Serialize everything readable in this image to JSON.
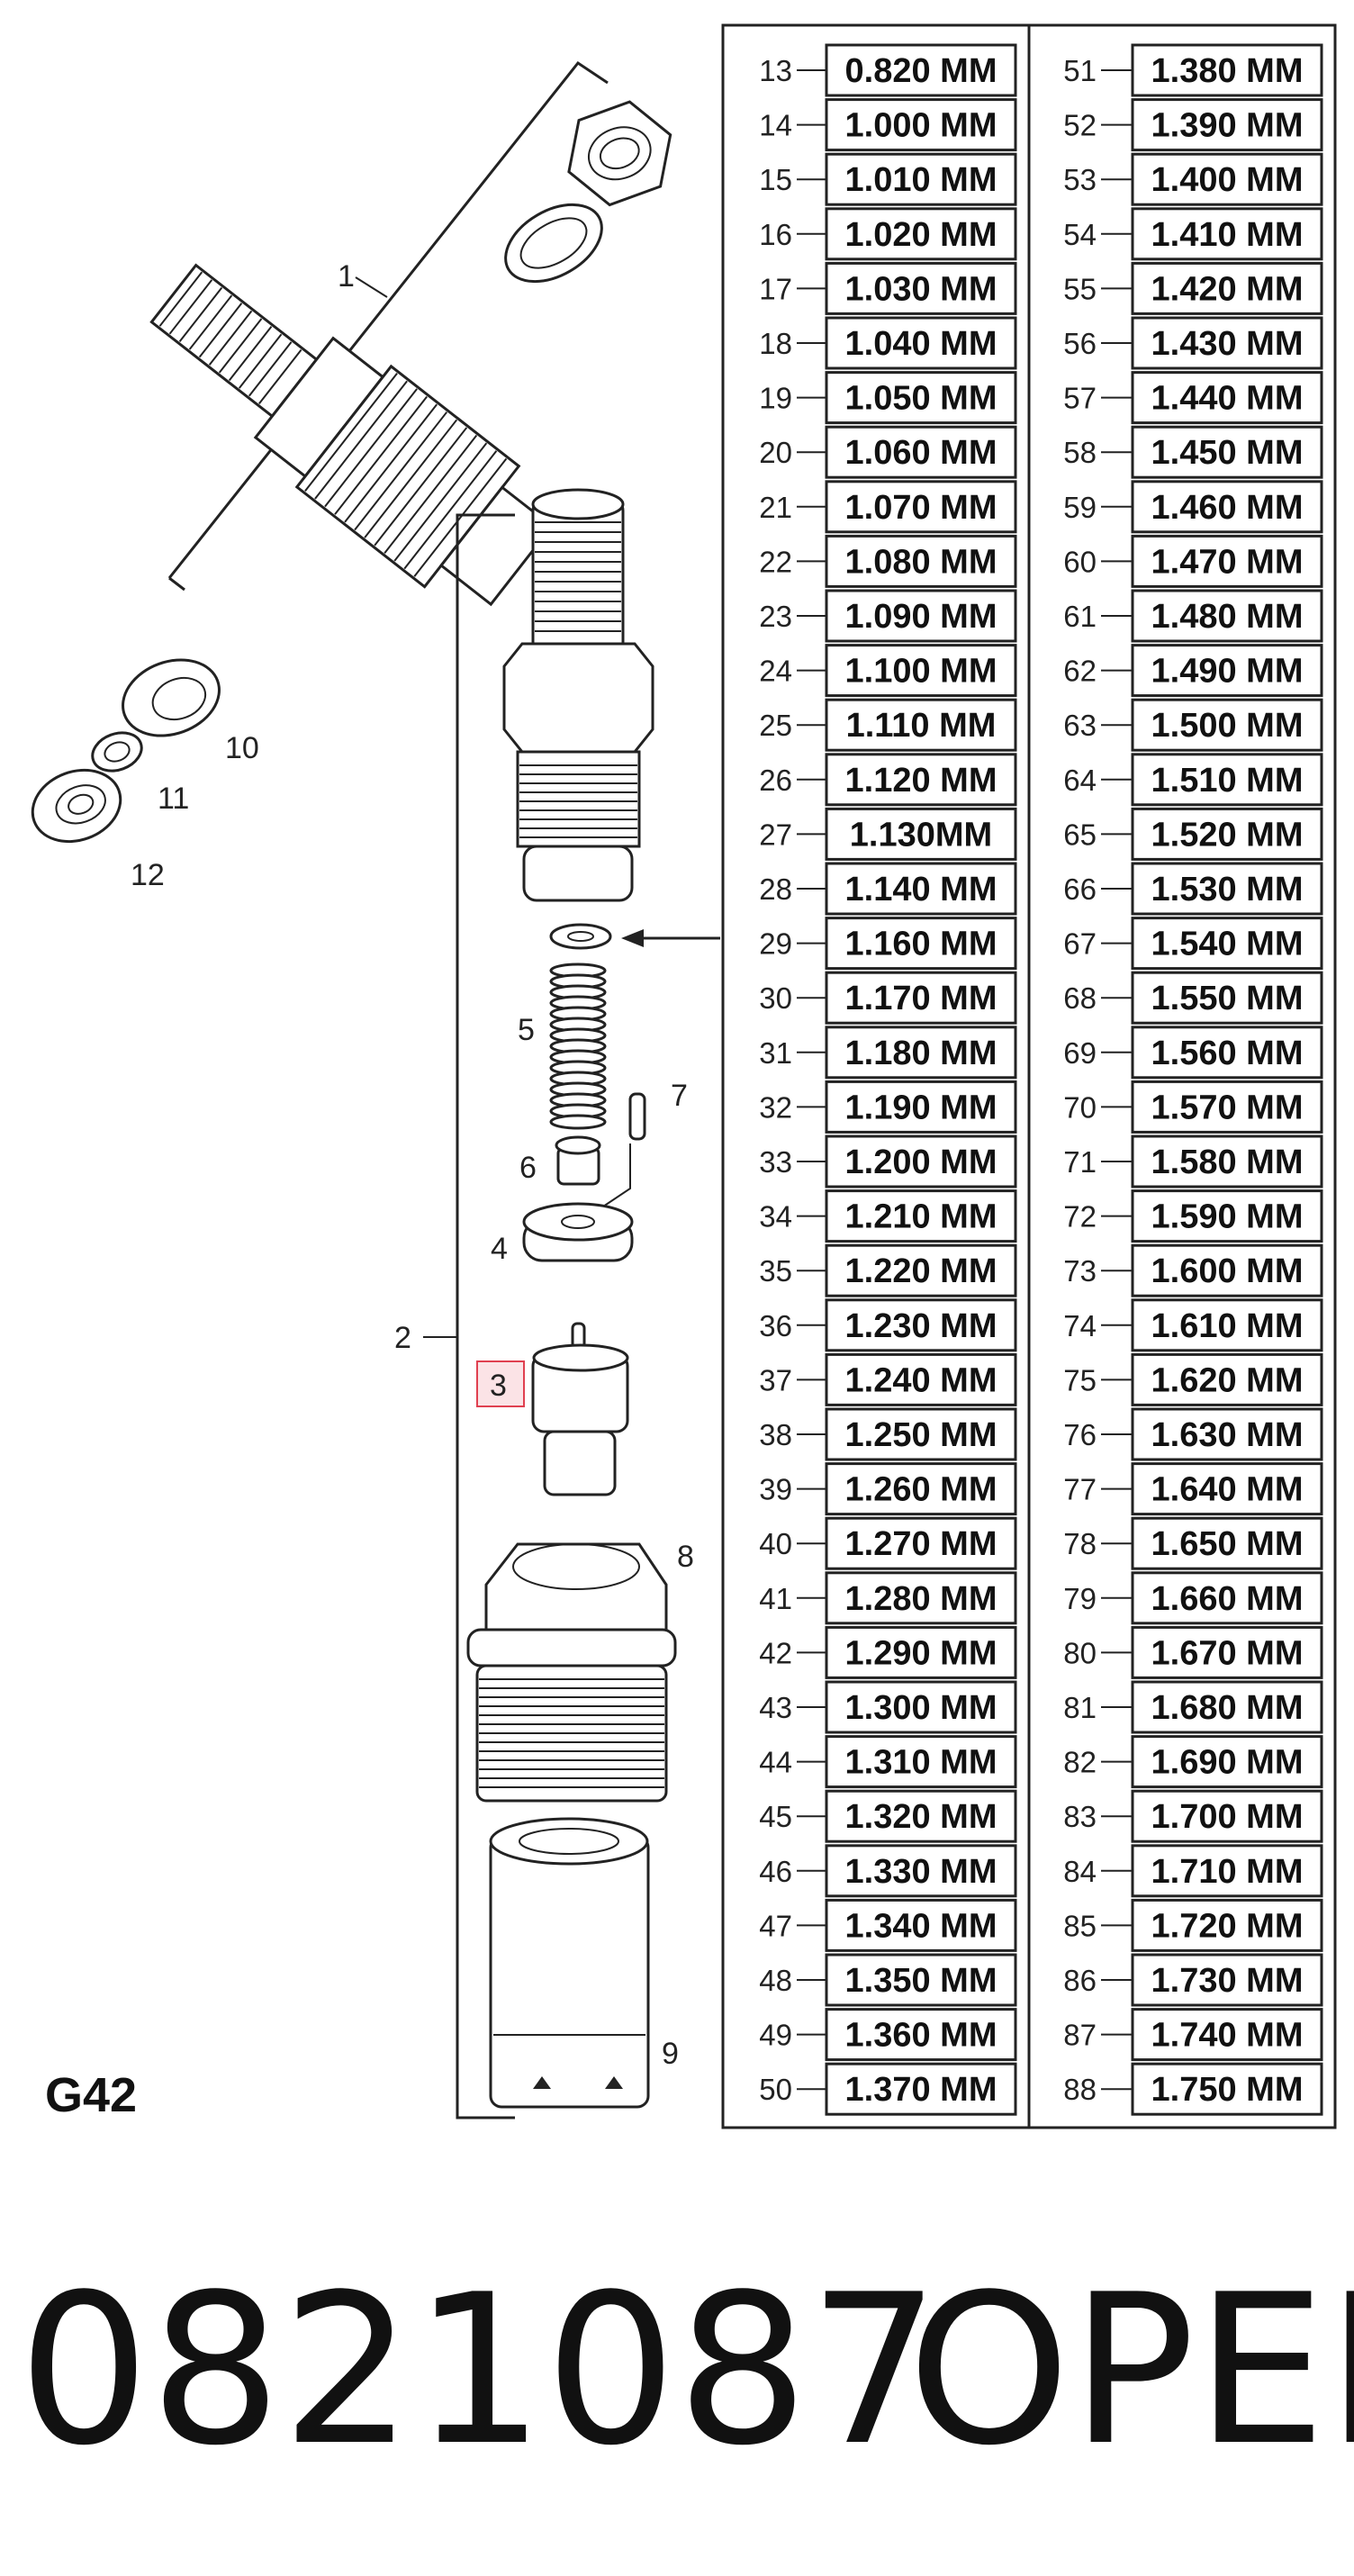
{
  "diagram": {
    "code": "G42",
    "part_number": "0821087",
    "brand": "OPEL",
    "callouts": [
      "1",
      "2",
      "3",
      "4",
      "5",
      "6",
      "7",
      "8",
      "9",
      "10",
      "11",
      "12"
    ],
    "highlighted_callout": "3",
    "highlight_color": "#e04050"
  },
  "table": {
    "left_column": [
      {
        "no": "13",
        "size": "0.820 MM"
      },
      {
        "no": "14",
        "size": "1.000 MM"
      },
      {
        "no": "15",
        "size": "1.010 MM"
      },
      {
        "no": "16",
        "size": "1.020 MM"
      },
      {
        "no": "17",
        "size": "1.030 MM"
      },
      {
        "no": "18",
        "size": "1.040 MM"
      },
      {
        "no": "19",
        "size": "1.050 MM"
      },
      {
        "no": "20",
        "size": "1.060 MM"
      },
      {
        "no": "21",
        "size": "1.070 MM"
      },
      {
        "no": "22",
        "size": "1.080 MM"
      },
      {
        "no": "23",
        "size": "1.090 MM"
      },
      {
        "no": "24",
        "size": "1.100 MM"
      },
      {
        "no": "25",
        "size": "1.110 MM"
      },
      {
        "no": "26",
        "size": "1.120 MM"
      },
      {
        "no": "27",
        "size": "1.130MM"
      },
      {
        "no": "28",
        "size": "1.140 MM"
      },
      {
        "no": "29",
        "size": "1.160 MM"
      },
      {
        "no": "30",
        "size": "1.170 MM"
      },
      {
        "no": "31",
        "size": "1.180 MM"
      },
      {
        "no": "32",
        "size": "1.190 MM"
      },
      {
        "no": "33",
        "size": "1.200 MM"
      },
      {
        "no": "34",
        "size": "1.210 MM"
      },
      {
        "no": "35",
        "size": "1.220 MM"
      },
      {
        "no": "36",
        "size": "1.230 MM"
      },
      {
        "no": "37",
        "size": "1.240 MM"
      },
      {
        "no": "38",
        "size": "1.250 MM"
      },
      {
        "no": "39",
        "size": "1.260 MM"
      },
      {
        "no": "40",
        "size": "1.270 MM"
      },
      {
        "no": "41",
        "size": "1.280 MM"
      },
      {
        "no": "42",
        "size": "1.290 MM"
      },
      {
        "no": "43",
        "size": "1.300 MM"
      },
      {
        "no": "44",
        "size": "1.310 MM"
      },
      {
        "no": "45",
        "size": "1.320 MM"
      },
      {
        "no": "46",
        "size": "1.330 MM"
      },
      {
        "no": "47",
        "size": "1.340 MM"
      },
      {
        "no": "48",
        "size": "1.350 MM"
      },
      {
        "no": "49",
        "size": "1.360 MM"
      },
      {
        "no": "50",
        "size": "1.370 MM"
      }
    ],
    "right_column": [
      {
        "no": "51",
        "size": "1.380 MM"
      },
      {
        "no": "52",
        "size": "1.390 MM"
      },
      {
        "no": "53",
        "size": "1.400 MM"
      },
      {
        "no": "54",
        "size": "1.410 MM"
      },
      {
        "no": "55",
        "size": "1.420 MM"
      },
      {
        "no": "56",
        "size": "1.430 MM"
      },
      {
        "no": "57",
        "size": "1.440 MM"
      },
      {
        "no": "58",
        "size": "1.450 MM"
      },
      {
        "no": "59",
        "size": "1.460 MM"
      },
      {
        "no": "60",
        "size": "1.470 MM"
      },
      {
        "no": "61",
        "size": "1.480 MM"
      },
      {
        "no": "62",
        "size": "1.490 MM"
      },
      {
        "no": "63",
        "size": "1.500 MM"
      },
      {
        "no": "64",
        "size": "1.510 MM"
      },
      {
        "no": "65",
        "size": "1.520 MM"
      },
      {
        "no": "66",
        "size": "1.530 MM"
      },
      {
        "no": "67",
        "size": "1.540 MM"
      },
      {
        "no": "68",
        "size": "1.550 MM"
      },
      {
        "no": "69",
        "size": "1.560 MM"
      },
      {
        "no": "70",
        "size": "1.570 MM"
      },
      {
        "no": "71",
        "size": "1.580 MM"
      },
      {
        "no": "72",
        "size": "1.590 MM"
      },
      {
        "no": "73",
        "size": "1.600 MM"
      },
      {
        "no": "74",
        "size": "1.610 MM"
      },
      {
        "no": "75",
        "size": "1.620 MM"
      },
      {
        "no": "76",
        "size": "1.630 MM"
      },
      {
        "no": "77",
        "size": "1.640 MM"
      },
      {
        "no": "78",
        "size": "1.650 MM"
      },
      {
        "no": "79",
        "size": "1.660 MM"
      },
      {
        "no": "80",
        "size": "1.670 MM"
      },
      {
        "no": "81",
        "size": "1.680 MM"
      },
      {
        "no": "82",
        "size": "1.690 MM"
      },
      {
        "no": "83",
        "size": "1.700 MM"
      },
      {
        "no": "84",
        "size": "1.710 MM"
      },
      {
        "no": "85",
        "size": "1.720 MM"
      },
      {
        "no": "86",
        "size": "1.730 MM"
      },
      {
        "no": "87",
        "size": "1.740 MM"
      },
      {
        "no": "88",
        "size": "1.750 MM"
      }
    ]
  }
}
